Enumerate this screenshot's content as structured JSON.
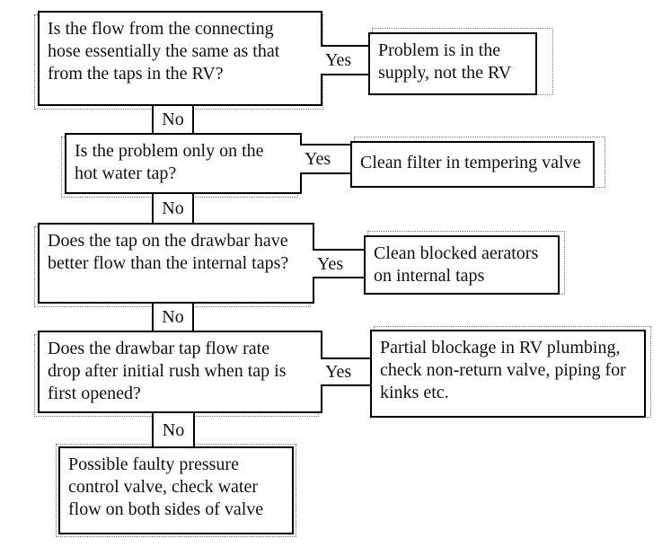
{
  "flowchart": {
    "nodes": [
      {
        "id": "q1",
        "kind": "question",
        "text": "Is the flow from the connecting\nhose essentially the same as that\nfrom the taps in the RV?"
      },
      {
        "id": "a1",
        "kind": "action",
        "text": "Problem is in the\nsupply, not the RV"
      },
      {
        "id": "q2",
        "kind": "question",
        "text": "Is the problem only on the\nhot water tap?"
      },
      {
        "id": "a2",
        "kind": "action",
        "text": "Clean filter in tempering valve"
      },
      {
        "id": "q3",
        "kind": "question",
        "text": "Does the tap on the drawbar have\nbetter flow than the internal taps?"
      },
      {
        "id": "a3",
        "kind": "action",
        "text": "Clean blocked aerators\non internal taps"
      },
      {
        "id": "q4",
        "kind": "question",
        "text": "Does the drawbar tap flow rate\ndrop after initial rush when tap is\nfirst opened?"
      },
      {
        "id": "a4",
        "kind": "action",
        "text": "Partial blockage in RV plumbing,\ncheck non-return valve, piping for\nkinks etc."
      },
      {
        "id": "a5",
        "kind": "action",
        "text": "Possible faulty pressure\ncontrol valve, check water\nflow on both sides of valve"
      }
    ],
    "edges": [
      {
        "from": "q1",
        "to": "a1",
        "label": "Yes"
      },
      {
        "from": "q1",
        "to": "q2",
        "label": "No"
      },
      {
        "from": "q2",
        "to": "a2",
        "label": "Yes"
      },
      {
        "from": "q2",
        "to": "q3",
        "label": "No"
      },
      {
        "from": "q3",
        "to": "a3",
        "label": "Yes"
      },
      {
        "from": "q3",
        "to": "q4",
        "label": "No"
      },
      {
        "from": "q4",
        "to": "a4",
        "label": "Yes"
      },
      {
        "from": "q4",
        "to": "a5",
        "label": "No"
      }
    ],
    "colors": {
      "border": "#000000",
      "text": "#111111",
      "background": "#ffffff",
      "ghost_outline": "#777777"
    }
  }
}
